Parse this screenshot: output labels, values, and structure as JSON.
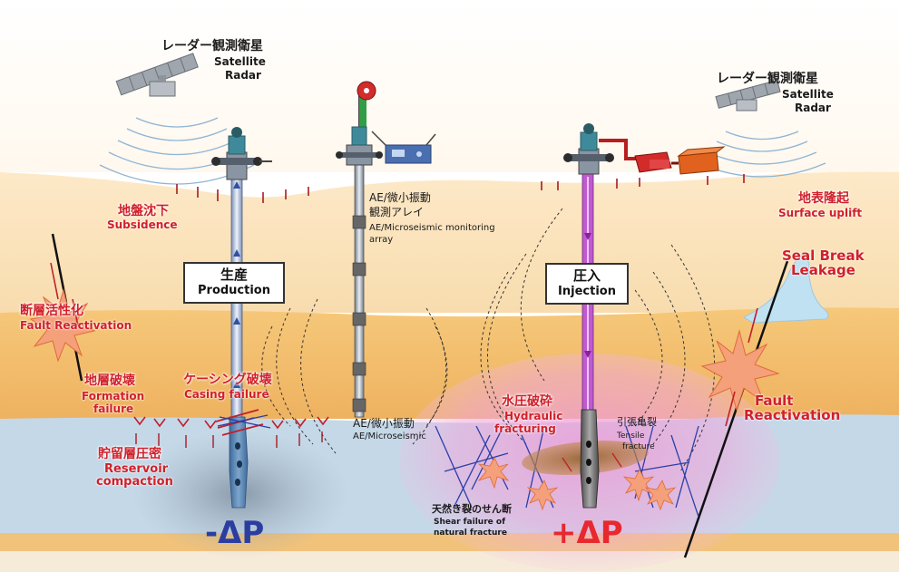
{
  "satellite_left": {
    "jp": "レーダー観測衛星",
    "en1": "Satellite",
    "en2": "Radar"
  },
  "satellite_right": {
    "jp": "レーダー観測衛星",
    "en1": "Satellite",
    "en2": "Radar"
  },
  "subsidence": {
    "jp": "地盤沈下",
    "en": "Subsidence"
  },
  "production": {
    "jp": "生産",
    "en": "Production"
  },
  "ae_array": {
    "jp": "AE/微小振動",
    "jp2": "観測アレイ",
    "en1": "AE/Microseismic monitoring",
    "en2": "array"
  },
  "injection": {
    "jp": "圧入",
    "en": "Injection"
  },
  "surface_uplift": {
    "jp": "地表隆起",
    "en": "Surface uplift"
  },
  "seal_break": {
    "en1": "Seal Break",
    "en2": "Leakage"
  },
  "fault_left": {
    "jp": "断層活性化",
    "en": "Fault Reactivation"
  },
  "fault_right": {
    "en1": "Fault",
    "en2": "Reactivation"
  },
  "formation_failure": {
    "jp": "地層破壊",
    "en1": "Formation",
    "en2": "failure"
  },
  "casing_failure": {
    "jp": "ケーシング破壊",
    "en": "Casing failure"
  },
  "ae_micro": {
    "jp": "AE/微小振動",
    "en": "AE/Microseismic"
  },
  "hydraulic": {
    "jp": "水圧破砕",
    "en1": "Hydraulic",
    "en2": "fracturing"
  },
  "tensile": {
    "jp": "引張亀裂",
    "en1": "Tensile",
    "en2": "fracture"
  },
  "reservoir": {
    "jp": "貯留層圧密",
    "en1": "Reservoir",
    "en2": "compaction"
  },
  "shear": {
    "jp": "天然き裂のせん断",
    "en1": "Shear failure of",
    "en2": "natural fracture"
  },
  "delta_minus": "-ΔP",
  "delta_plus": "+ΔP",
  "colors": {
    "surface": "#fbe6c4",
    "overburden": "#f0bd6c",
    "reservoir": "#c7d9e8",
    "label_red": "#d0202a",
    "delta_minus": "#2b3ea0",
    "delta_plus": "#e8282e"
  }
}
